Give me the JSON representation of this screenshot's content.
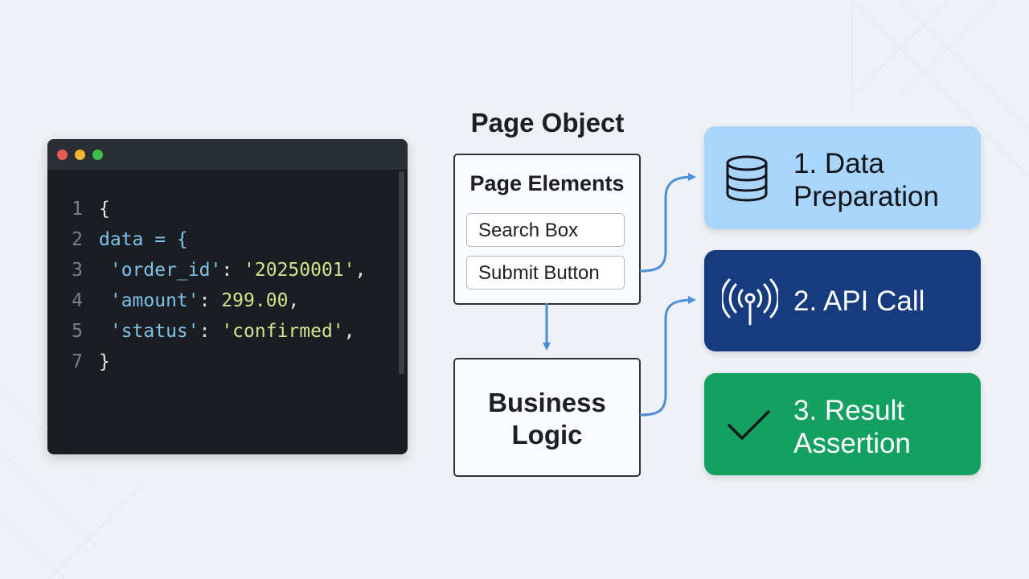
{
  "editor": {
    "lines": [
      {
        "num": "1",
        "parts": [
          {
            "t": "{",
            "c": "w"
          }
        ]
      },
      {
        "num": "2",
        "parts": [
          {
            "t": "data = {",
            "c": "c"
          }
        ]
      },
      {
        "num": "3",
        "parts": [
          {
            "t": " 'order_id'",
            "c": "c"
          },
          {
            "t": ": ",
            "c": "w"
          },
          {
            "t": "'20250001'",
            "c": "s"
          },
          {
            "t": ",",
            "c": "w"
          }
        ]
      },
      {
        "num": "4",
        "parts": [
          {
            "t": " 'amount'",
            "c": "c"
          },
          {
            "t": ": ",
            "c": "w"
          },
          {
            "t": "299.00",
            "c": "n"
          },
          {
            "t": ",",
            "c": "w"
          }
        ]
      },
      {
        "num": "5",
        "parts": [
          {
            "t": " 'status'",
            "c": "c"
          },
          {
            "t": ": ",
            "c": "w"
          },
          {
            "t": "'confirmed'",
            "c": "s"
          },
          {
            "t": ",",
            "c": "w"
          }
        ]
      },
      {
        "num": "7",
        "parts": [
          {
            "t": "}",
            "c": "w"
          }
        ]
      }
    ]
  },
  "page_object": {
    "title": "Page Object",
    "heading": "Page Elements",
    "elements": [
      "Search Box",
      "Submit Button"
    ]
  },
  "business_logic": {
    "line1": "Business",
    "line2": "Logic"
  },
  "steps": [
    {
      "line1": "1. Data",
      "line2": "Preparation",
      "icon": "database-icon",
      "color": "#a9d5fb"
    },
    {
      "line1": "2. API Call",
      "line2": "",
      "icon": "antenna-signal-icon",
      "color": "#163b7f"
    },
    {
      "line1": "3. Result",
      "line2": "Assertion",
      "icon": "checkmark-icon",
      "color": "#13a060"
    }
  ],
  "colors": {
    "arrow": "#4a8fd9",
    "editor_bg": "#1a1d22"
  }
}
